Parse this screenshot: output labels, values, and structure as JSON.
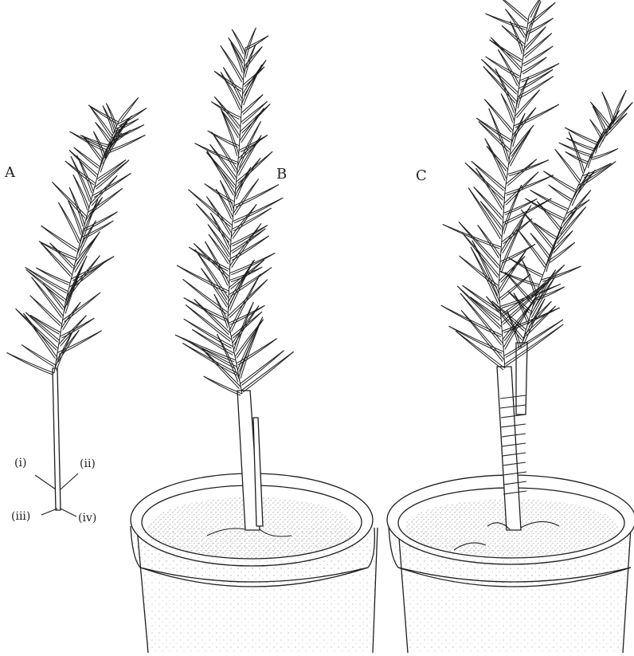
{
  "figure": {
    "panels": [
      {
        "id": "A",
        "label": "A"
      },
      {
        "id": "B",
        "label": "B"
      },
      {
        "id": "C",
        "label": "C"
      }
    ],
    "cut_labels": [
      "(i)",
      "(ii)",
      "(iii)",
      "(iv)"
    ]
  },
  "colors": {
    "ink": "#1e1e1e",
    "paper": "#ffffff",
    "pot_stipple": "#444444"
  }
}
